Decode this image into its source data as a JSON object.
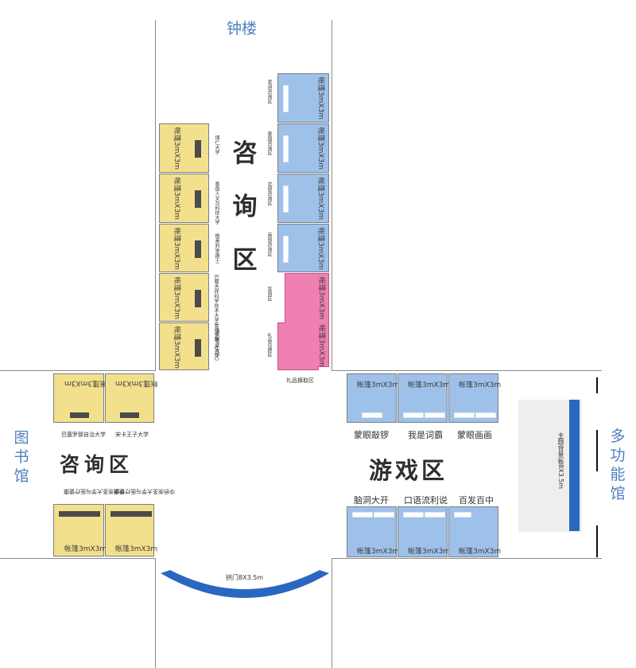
{
  "places": {
    "top": "钟楼",
    "left": "图书馆",
    "right": "多功能馆"
  },
  "tent_label": "帐篷3mX3m",
  "zones": {
    "consult_vertical": "咨询区",
    "consult_horizontal": "咨询区",
    "game": "游戏区"
  },
  "top_left_column": [
    "博仁大学",
    "泰国人文与科技大学",
    "格莱利/里德士",
    "巴蜀吉祥科学技术大学管理学院（UTCC）",
    "清迈皇家大学"
  ],
  "top_right_column": [
    "宣讲咨询区",
    "泰国咨询区",
    "北部咨询区",
    "南部咨询区",
    "签到区",
    "礼品兑换区"
  ],
  "bottom_pink_label": "礼品换取区",
  "left_upper": [
    "巴塞罗那自治大学",
    "宋卡王子大学"
  ],
  "left_lower": [
    "华侨崇圣大学与医疗健康",
    "华侨崇圣大学与医疗健康"
  ],
  "game_top": [
    "蒙眼敲锣",
    "我是词霸",
    "蒙眼画画"
  ],
  "game_bottom": [
    "脑洞大开",
    "口语流利说",
    "百发百中"
  ],
  "stage": "主题背景板8X3.5m",
  "arch": "拱门8X3.5m",
  "colors": {
    "yellow_tent": "#f2e08c",
    "blue_tent": "#9ec1ea",
    "pink_tent": "#f080b1",
    "blue_accent": "#2a67c0",
    "place_label": "#4f7fc0"
  }
}
